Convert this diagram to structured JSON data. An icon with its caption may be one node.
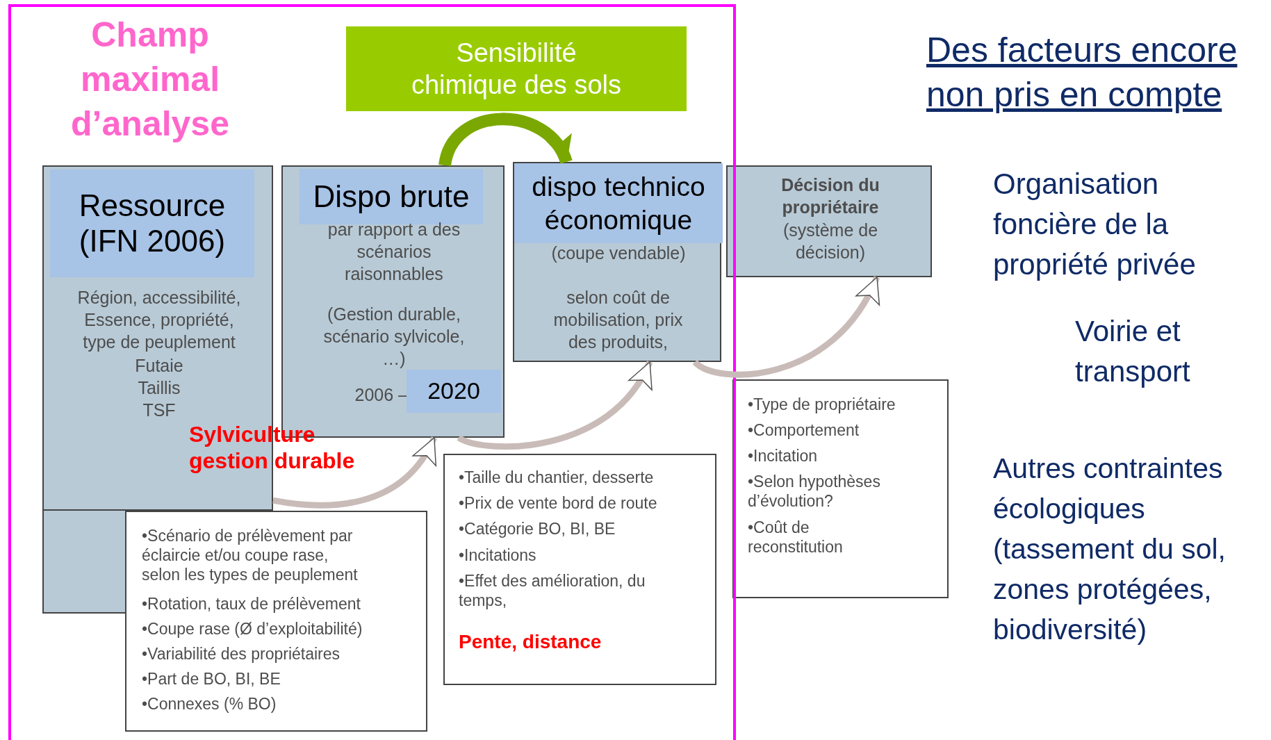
{
  "diagram": {
    "nodes": [
      {
        "text": [
          "Champ maximal d’analyse"
        ]
      },
      {
        "text": [
          "Sensibilité chimique des sols"
        ],
        "in": 0
      },
      {
        "text": [
          "Ressource (IFN 2006)",
          "Région, accessibilité, Essence, propriété, type de peuplement",
          "Futaie",
          "Taillis",
          "TSF"
        ],
        "in": 0
      },
      {
        "text": [
          "Dispo brute",
          "par rapport a des scénarios raisonnables",
          "(Gestion durable, scénario sylvicole, …)",
          "2006 –",
          "2020"
        ],
        "in": 0
      },
      {
        "text": [
          "dispo technico économique",
          "(coupe vendable)",
          "selon coût de mobilisation, prix des produits,"
        ],
        "in": 0
      },
      {
        "text": [
          "Décision du propriétaire",
          "(système de décision)"
        ]
      },
      {
        "text": [
          "•Scénario de prélèvement par éclaircie et/ou coupe rase, selon les types de peuplement",
          "•Rotation, taux de prélèvement",
          "•Coupe rase (Ø d’exploitabilité)",
          "•Variabilité des propriétaires",
          "•Part de BO, BI, BE",
          "•Connexes (% BO)"
        ],
        "in": 0
      },
      {
        "text": [
          "•Taille du chantier, desserte",
          "•Prix de vente bord de route",
          "•Catégorie BO, BI, BE",
          "•Incitations",
          "•Effet des amélioration, du temps,",
          "Pente, distance"
        ],
        "in": 0
      },
      {
        "text": [
          "•Type de propriétaire",
          "•Comportement",
          "•Incitation",
          "•Selon hypothèses d’évolution?",
          "•Coût de reconstitution"
        ]
      }
    ],
    "edges": [
      {
        "from": 2,
        "to": 3,
        "arrow": "to",
        "label": "Sylviculture gestion durable"
      },
      {
        "from": 3,
        "to": 4,
        "arrow": "to"
      },
      {
        "from": 4,
        "to": 5,
        "arrow": "to"
      },
      {
        "from": 3,
        "to": 4,
        "arrow": "to",
        "style": "thick",
        "color": "#7aa800"
      }
    ],
    "labels": [
      "Des facteurs encore non pris en compte",
      "Organisation foncière de la propriété privée",
      "Voirie et transport",
      "Autres contraintes écologiques (tassement du sol, zones protégées, biodiversité)"
    ]
  }
}
